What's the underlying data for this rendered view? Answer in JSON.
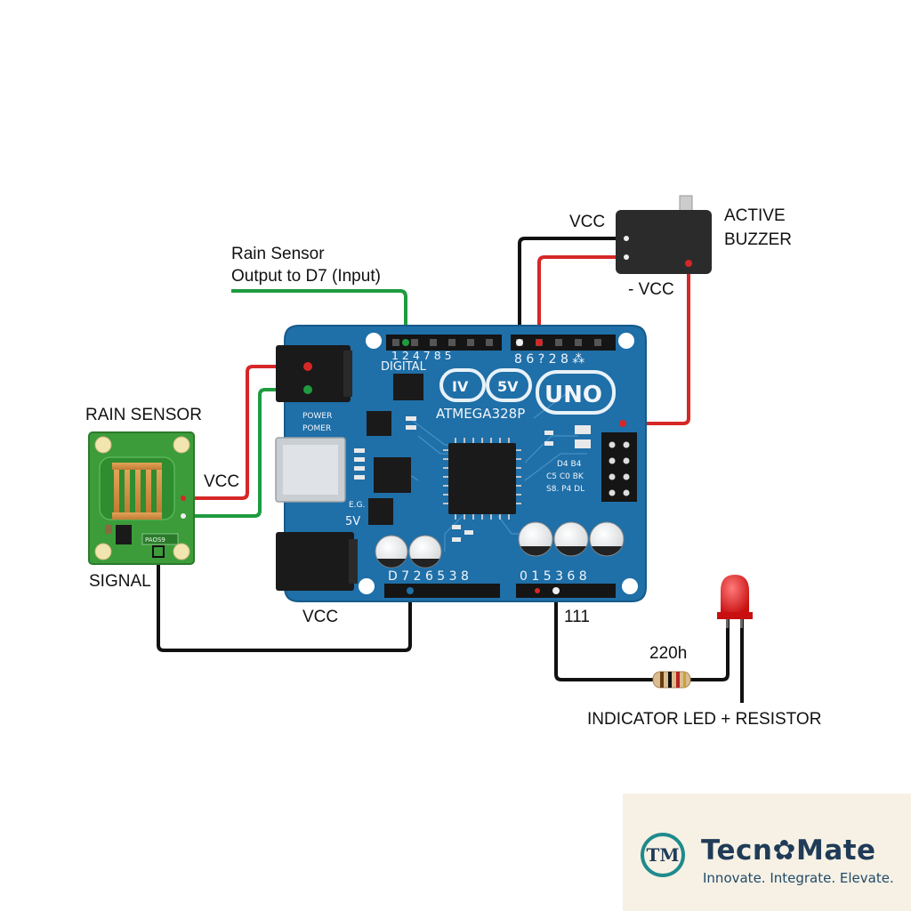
{
  "labels": {
    "rain_sensor_output": "Rain Sensor",
    "rain_sensor_output_line2": "Output to D7 (Input)",
    "rain_sensor": "RAIN SENSOR",
    "sensor_vcc": "VCC",
    "signal": "SIGNAL",
    "bottom_vcc": "VCC",
    "buzzer_vcc_top": "VCC",
    "active_buzzer_line1": "ACTIVE",
    "active_buzzer_line2": "BUZZER",
    "buzzer_minus_vcc": "- VCC",
    "pin_111": "111",
    "resistor_value": "220h",
    "indicator": "INDICATOR LED + RESISTOR"
  },
  "board": {
    "digital": "DIGITAL",
    "top_pins_left": "1 2 4 7 8 5",
    "top_pins_right": "8 6 ? 2 8 ⁂",
    "badge_left": "IV",
    "badge_right": "5V",
    "uno": "UNO",
    "chip": "ATMEGA328P",
    "power_1": "POWER",
    "power_2": "POMER",
    "eg": "E.G.",
    "five_v": "5V",
    "bottom_pins_left": "D 7 2 6 5 3 8",
    "bottom_pins_right": "0 1 5 3 6 8",
    "side_codes": [
      "D4 B4",
      "C5 C0 BK",
      "S8. P4 DL"
    ]
  },
  "sensor": {
    "chip_label": "PAOS9"
  },
  "logo": {
    "mark": "TM",
    "name": "Tecn✿Mate",
    "tagline": "Innovate. Integrate. Elevate."
  },
  "colors": {
    "board_blue": "#1f6fa8",
    "sensor_green": "#3c9c3a",
    "wire_red": "#d62727",
    "wire_green": "#1e9b3f",
    "wire_black": "#111111",
    "led_red": "#e02020",
    "logo_teal": "#1f8a8c",
    "logo_navy": "#1f3b57"
  }
}
